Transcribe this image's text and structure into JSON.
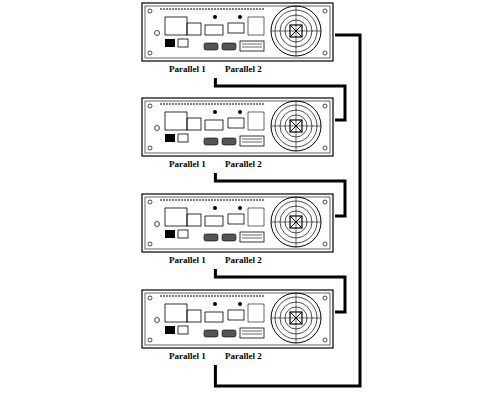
{
  "diagram": {
    "nodes": [
      {
        "text": [
          "Parallel 1",
          "Parallel 2"
        ]
      },
      {
        "text": [
          "Parallel 1",
          "Parallel 2"
        ]
      },
      {
        "text": [
          "Parallel 1",
          "Parallel 2"
        ]
      },
      {
        "text": [
          "Parallel 1",
          "Parallel 2"
        ]
      }
    ],
    "edges": [
      {
        "from": 0,
        "to": 1,
        "arrow": "none"
      },
      {
        "from": 1,
        "to": 2,
        "arrow": "none"
      },
      {
        "from": 2,
        "to": 3,
        "arrow": "none"
      },
      {
        "from": 3,
        "to": 0,
        "arrow": "none"
      }
    ]
  }
}
